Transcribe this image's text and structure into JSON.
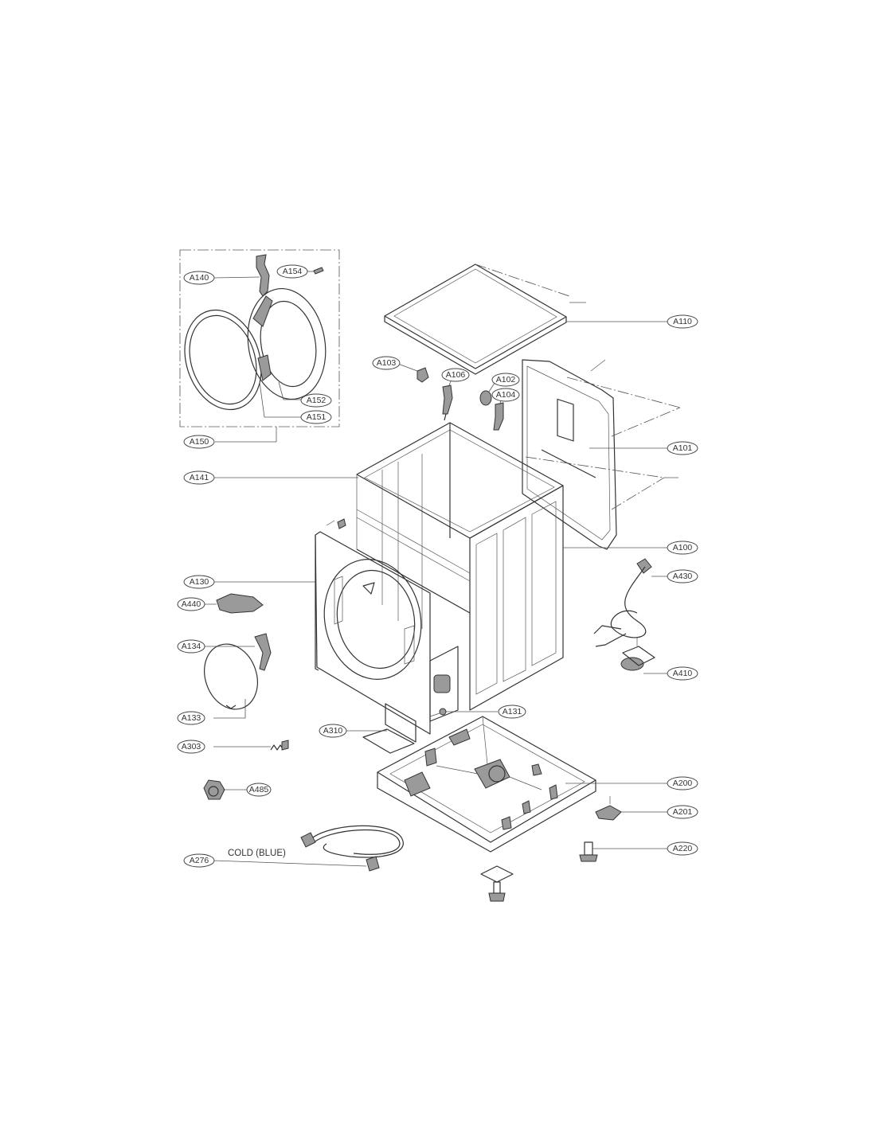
{
  "diagram": {
    "note": "COLD (BLUE)",
    "labels": {
      "A140": "A140",
      "A154": "A154",
      "A152": "A152",
      "A151": "A151",
      "A150": "A150",
      "A110": "A110",
      "A103": "A103",
      "A106": "A106",
      "A102": "A102",
      "A104": "A104",
      "A101": "A101",
      "A141": "A141",
      "A100": "A100",
      "A130": "A130",
      "A430": "A430",
      "A440": "A440",
      "A134": "A134",
      "A410": "A410",
      "A133": "A133",
      "A131": "A131",
      "A310": "A310",
      "A303": "A303",
      "A200": "A200",
      "A485": "A485",
      "A201": "A201",
      "A276": "A276",
      "A220": "A220"
    },
    "colors": {
      "line": "#333333",
      "background": "#ffffff"
    }
  }
}
